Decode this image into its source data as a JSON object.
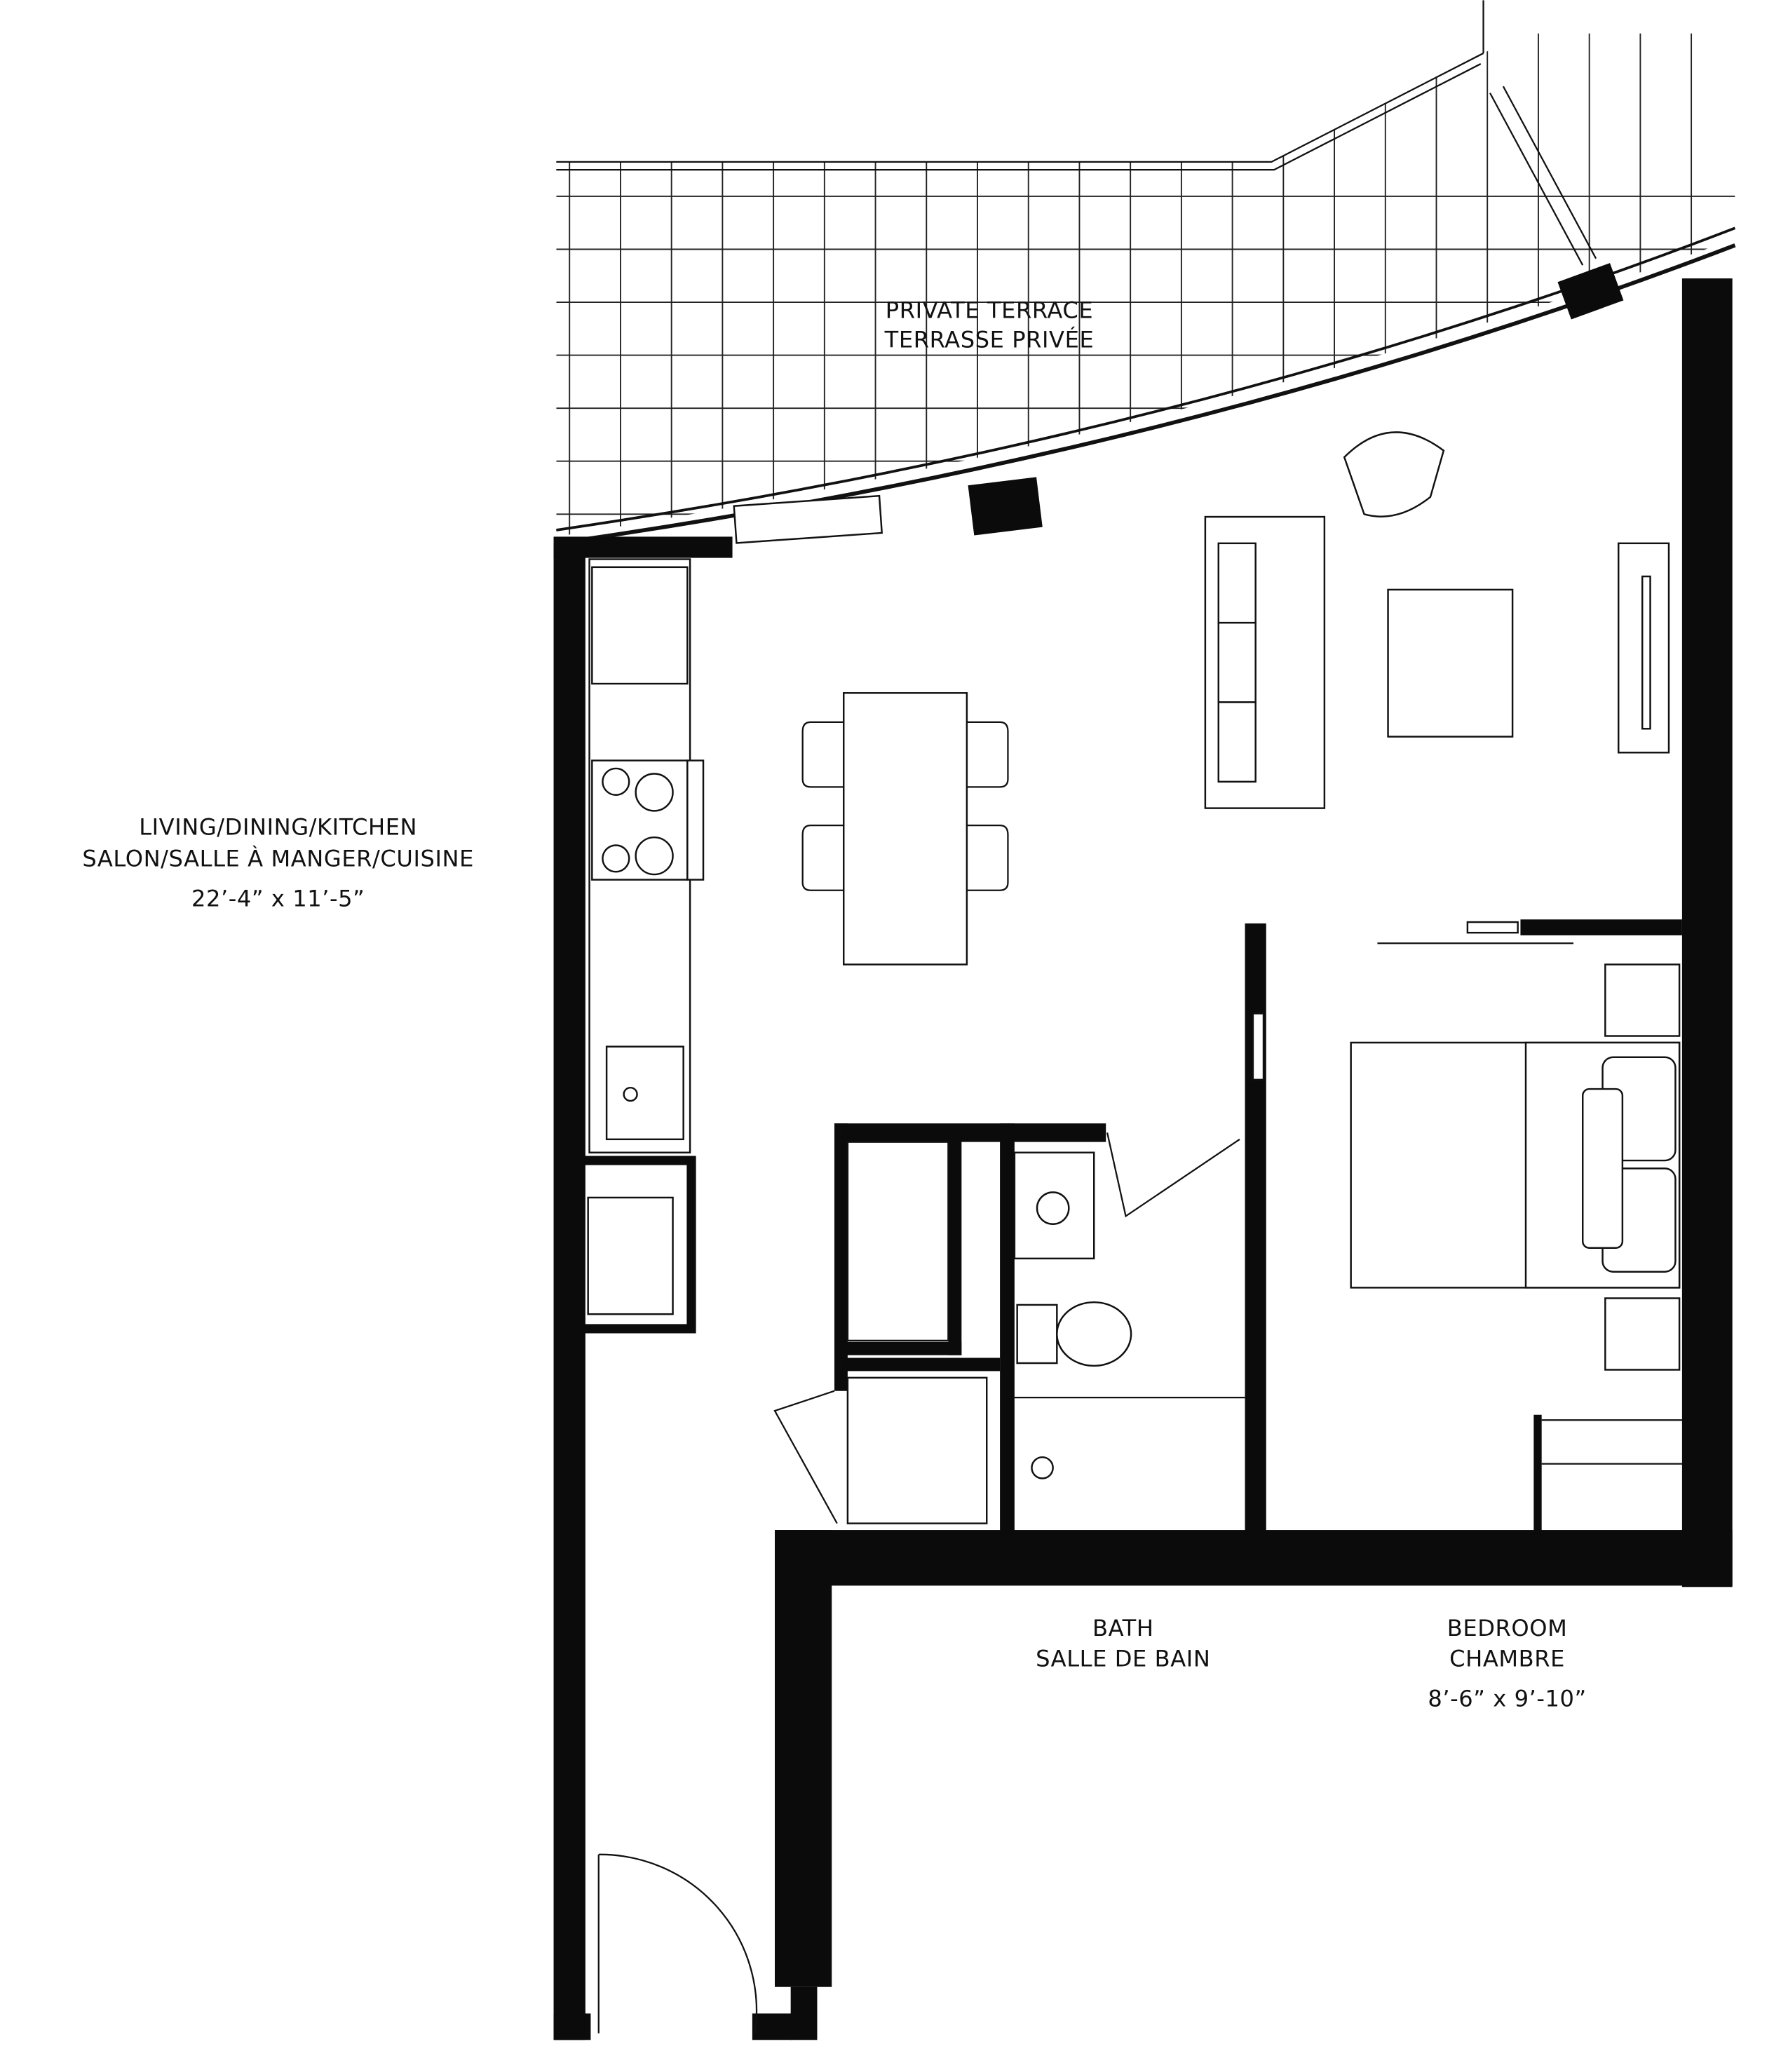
{
  "rooms": {
    "terrace": {
      "name_en": "PRIVATE TERRACE",
      "name_fr": "TERRASSE PRIVÉE"
    },
    "living": {
      "name_en": "LIVING/DINING/KITCHEN",
      "name_fr": "SALON/SALLE À MANGER/CUISINE",
      "dimensions": "22’-4” x 11’-5”"
    },
    "bath": {
      "name_en": "BATH",
      "name_fr": "SALLE DE BAIN"
    },
    "bedroom": {
      "name_en": "BEDROOM",
      "name_fr": "CHAMBRE",
      "dimensions": "8’-6” x 9’-10”"
    }
  },
  "colors": {
    "wall": "#0b0b0c",
    "line": "#111111",
    "background": "#ffffff"
  }
}
